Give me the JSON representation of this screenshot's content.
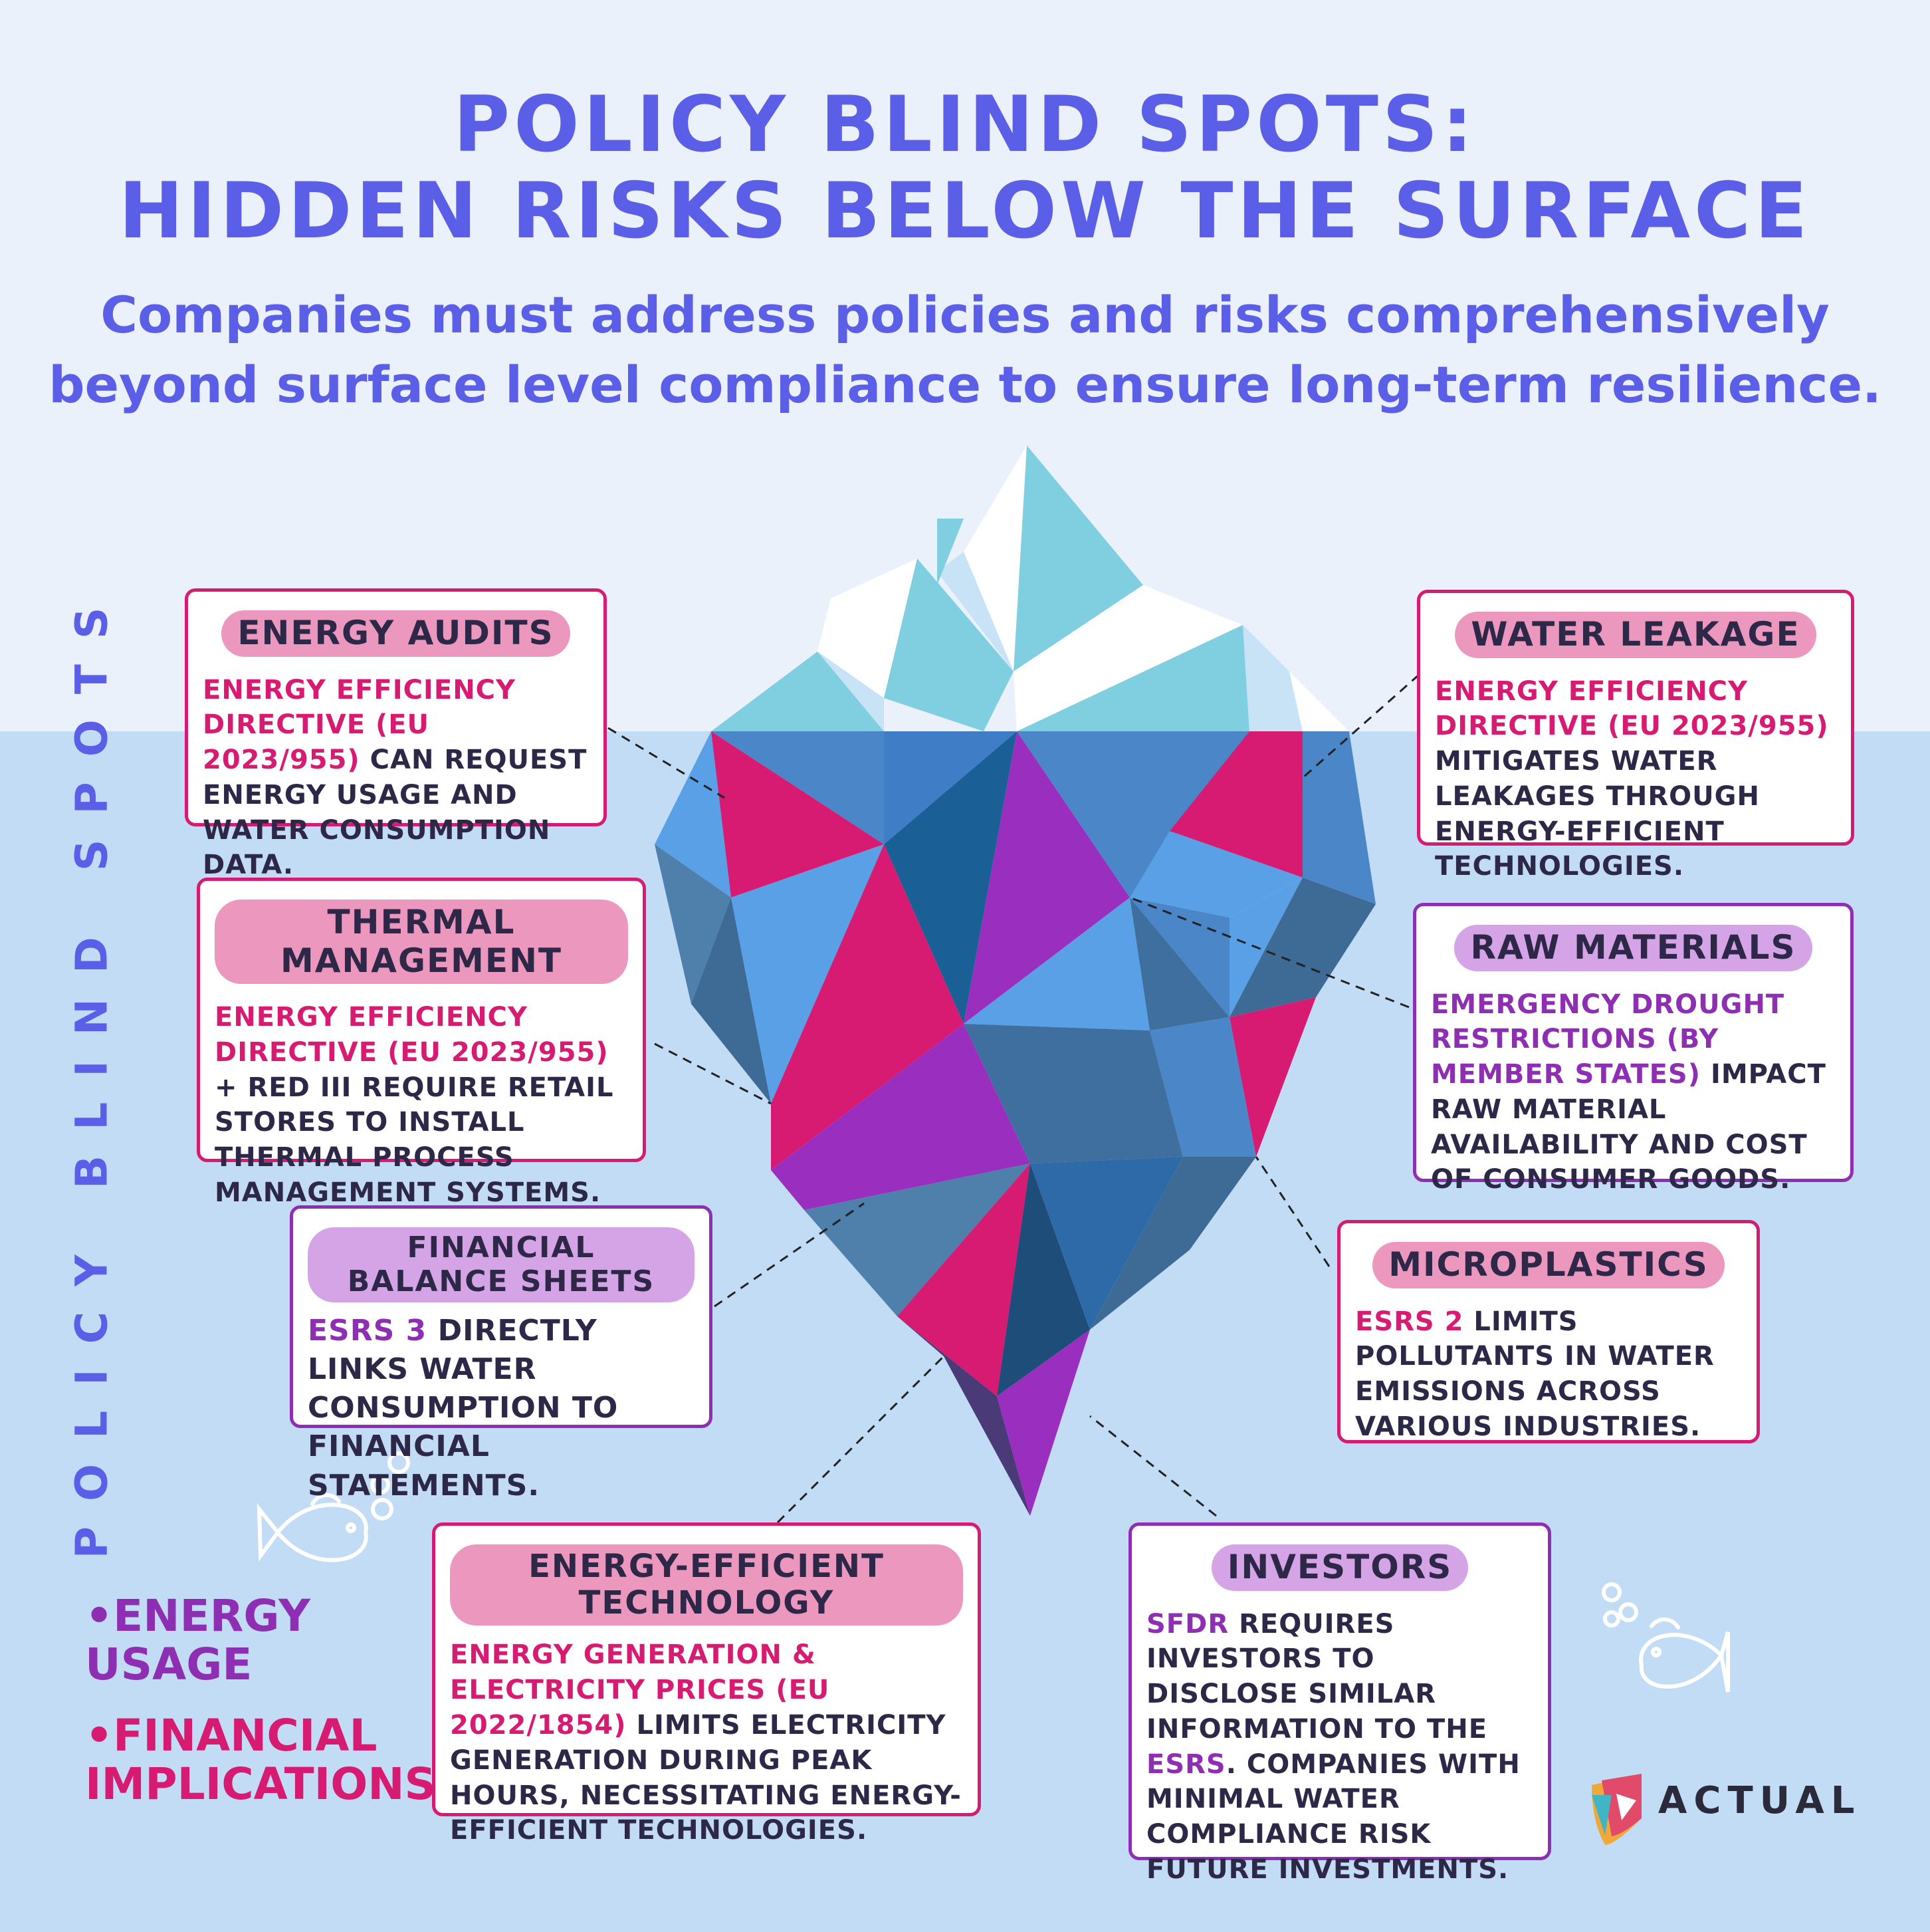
{
  "title": {
    "line1": "Policy Blind Spots:",
    "line2": "Hidden Risks Below the Surface"
  },
  "subtitle": {
    "line1": "Companies must address policies and risks comprehensively",
    "line2": "beyond surface level compliance to ensure long-term resilience."
  },
  "side_label": "Policy Blind Spots",
  "legend": {
    "item1": "•Energy usage",
    "item2": "•Financial implications",
    "color1": "#8e2fb3",
    "color2": "#d81b72"
  },
  "cards": {
    "energy_audits": {
      "heading": "Energy Audits",
      "highlight": "Energy Efficiency Directive (EU 2023/955)",
      "text": " can request energy usage and water consumption data."
    },
    "thermal_management": {
      "heading": "Thermal Management",
      "highlight": "Energy Efficiency Directive (EU 2023/955)",
      "text": " + RED III require retail stores to install thermal process management systems."
    },
    "financial_balance": {
      "heading": "Financial Balance Sheets",
      "highlight": "ESRS 3",
      "text": " directly links water consumption to financial statements."
    },
    "energy_tech": {
      "heading": "Energy-Efficient Technology",
      "highlight": "Energy Generation & Electricity Prices (EU 2022/1854)",
      "text": " limits electricity generation during peak hours, necessitating energy-efficient technologies."
    },
    "water_leakage": {
      "heading": "Water Leakage",
      "highlight": "Energy Efficiency Directive (EU 2023/955)",
      "text": " mitigates water leakages through energy-efficient technologies."
    },
    "raw_materials": {
      "heading": "Raw Materials",
      "highlight": "Emergency drought restrictions (by member states)",
      "text": " impact raw material availability and cost of consumer goods."
    },
    "microplastics": {
      "heading": "Microplastics",
      "highlight": "ESRS 2",
      "text": " limits pollutants in water emissions across various industries."
    },
    "investors": {
      "heading": "Investors",
      "highlight": "SFDR",
      "text_a": " requires investors to disclose similar information to the ",
      "highlight2": "ESRS",
      "text_b": ". Companies with minimal water compliance risk future investments."
    }
  },
  "logo": {
    "text": "ACTUAL"
  },
  "colors": {
    "title": "#5b5ee6",
    "sky": "#eaf1fb",
    "water": "#c3dcf5",
    "accent_pink": "#d81b72",
    "accent_purple": "#8e2fb3"
  }
}
